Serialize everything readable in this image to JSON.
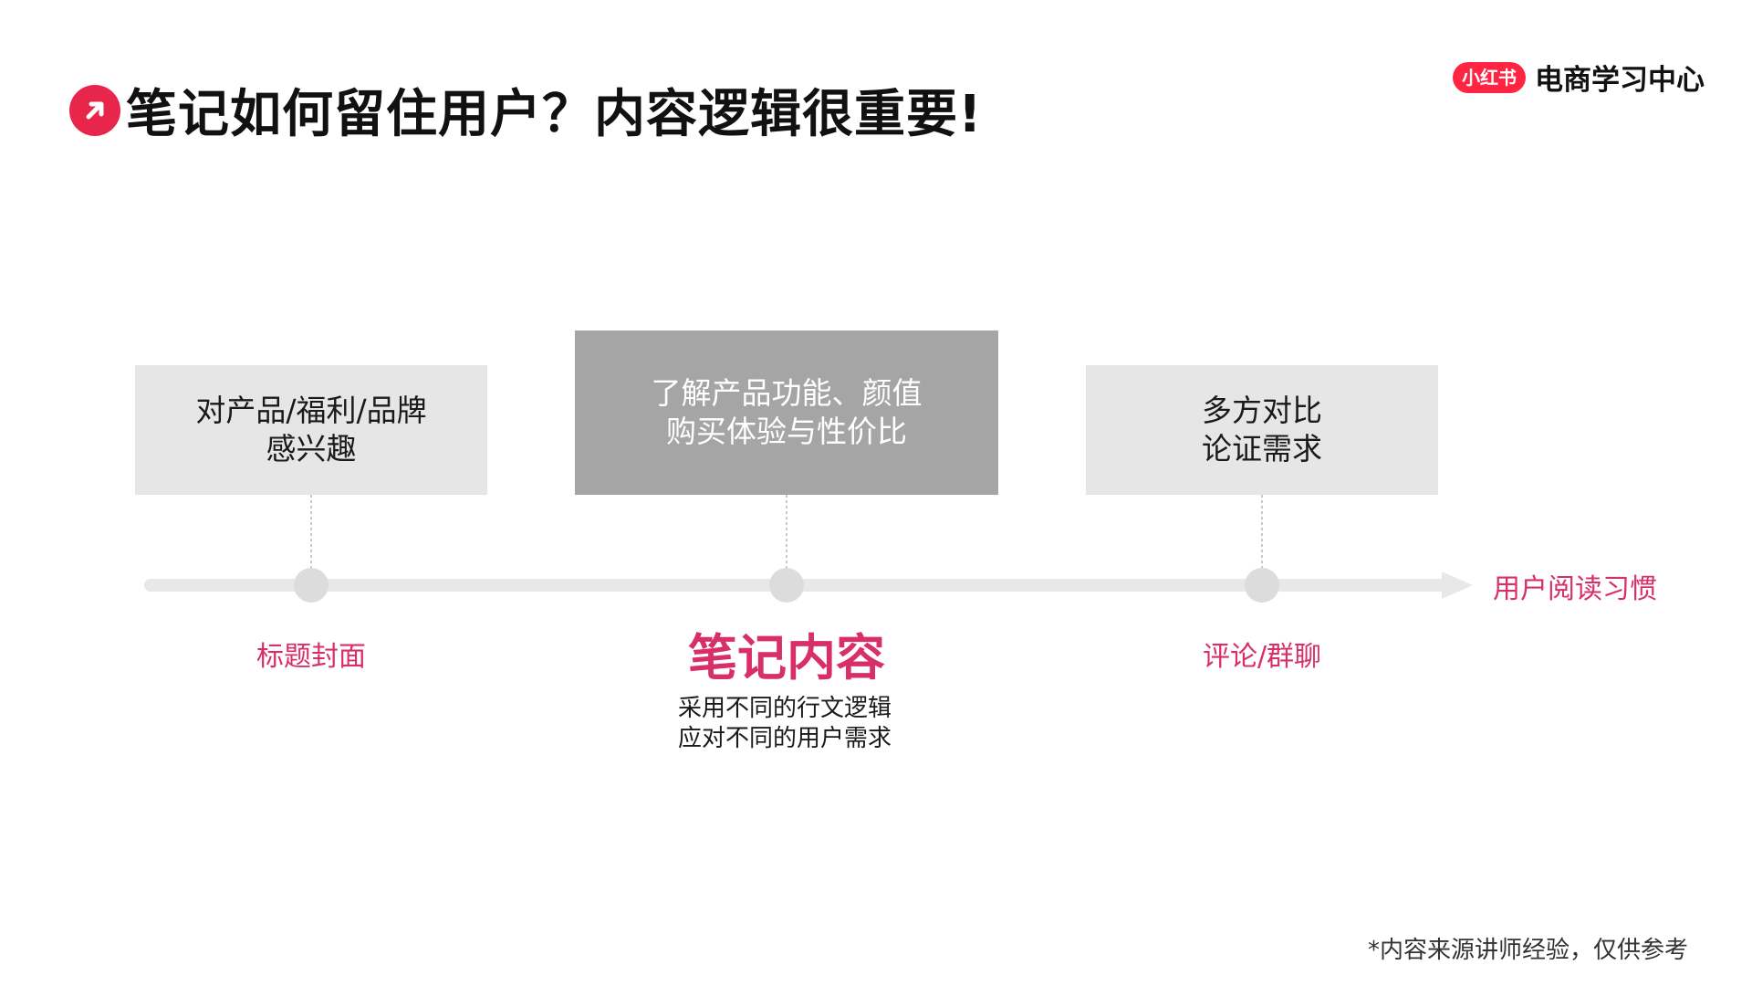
{
  "header": {
    "title": "笔记如何留住用户？内容逻辑很重要!",
    "icon": "arrow-up-right-icon",
    "accent_color": "#e8254b"
  },
  "brand": {
    "logo_text": "小红书",
    "name": "电商学习中心",
    "logo_color": "#ff2442"
  },
  "stages": [
    {
      "box_text": "对产品/福利/品牌\n感兴趣",
      "label": "标题封面"
    },
    {
      "box_text": "了解产品功能、颜值\n购买体验与性价比",
      "label": "笔记内容"
    },
    {
      "box_text": "多方对比\n论证需求",
      "label": "评论/群聊"
    }
  ],
  "timeline": {
    "end_label": "用户阅读习惯",
    "label_color": "#d92f69"
  },
  "highlight_description": "采用不同的行文逻辑\n应对不同的用户需求",
  "footnote": "*内容来源讲师经验，仅供参考"
}
